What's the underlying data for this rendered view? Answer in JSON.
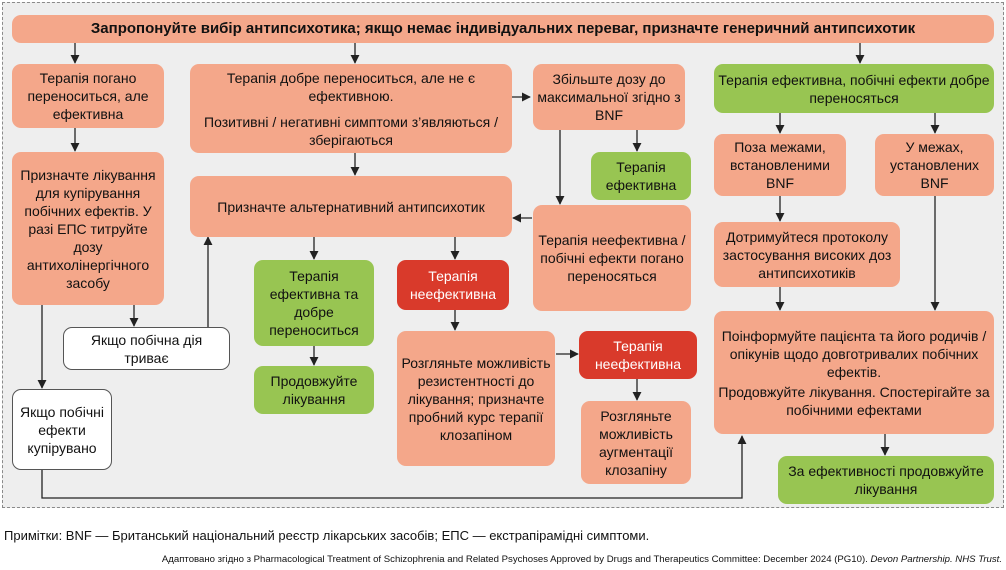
{
  "top": "Запропонуйте вибір антипсихотика; якщо немає індивідуальних переваг, призначте генеричний антипсихотик",
  "poorly_tolerated": "Терапія погано переноситься, але ефективна",
  "side_effect_treatment": "Призначте лікування для купірування побічних ефектів. У разі ЕПС титруйте дозу антихолінергічного засобу",
  "side_effect_persists": "Якщо побічна дія триває",
  "side_effects_controlled": "Якщо побічні ефекти купірувано",
  "well_tolerated_not_effective": "Терапія добре переноситься, але не є ефективною.",
  "symptoms_note": "Позитивні / негативні симптоми з’являються / зберігаються",
  "increase_dose": "Збільште дозу до максимальної згідно з BNF",
  "therapy_effective": "Терапія ефективна",
  "alternative": "Призначте альтернативний антипсихотик",
  "ineffective_or_poor": "Терапія неефективна / побічні ефекти погано переносяться",
  "effective_well_tolerated": "Терапія ефективна та добре переноситься",
  "continue_treatment": "Продовжуйте лікування",
  "therapy_ineffective_1": "Терапія неефективна",
  "consider_clozapine": "Розгляньте можливість резистентності до лікування; призначте пробний курс терапії клозапіном",
  "therapy_ineffective_2": "Терапія неефективна",
  "consider_augmentation": "Розгляньте можливість аугментації клозапіну",
  "effective_side_effects_ok": "Терапія ефективна, побічні ефекти добре переносяться",
  "outside_bnf": "Поза межами, встановленими BNF",
  "within_bnf": "У межах, установлених BNF",
  "high_dose_protocol": "Дотримуйтеся протоколу застосування високих доз антипсихотиків",
  "inform_patient": "Поінформуйте пацієнта та його родичів / опікунів щодо довготривалих побічних ефектів.",
  "continue_monitor": "Продовжуйте лікування. Спостерігайте за побічними ефектами",
  "if_effective_continue": "За ефективності продовжуйте лікування",
  "notes": "Примітки: BNF — Британський національний реєстр лікарських засобів; ЕПС — екстрапірамідні симптоми.",
  "credit": "Адаптовано згідно з Pharmacological Treatment of Schizophrenia and Related Psychoses Approved by Drugs and Therapeutics Committee: December 2024 (PG10).",
  "credit_org": "Devon Partnership. NHS Trust.",
  "colors": {
    "salmon": "#f4a78a",
    "green": "#98c552",
    "red": "#d93a2b",
    "frame": "#eeeeee",
    "arrow": "#222222"
  }
}
